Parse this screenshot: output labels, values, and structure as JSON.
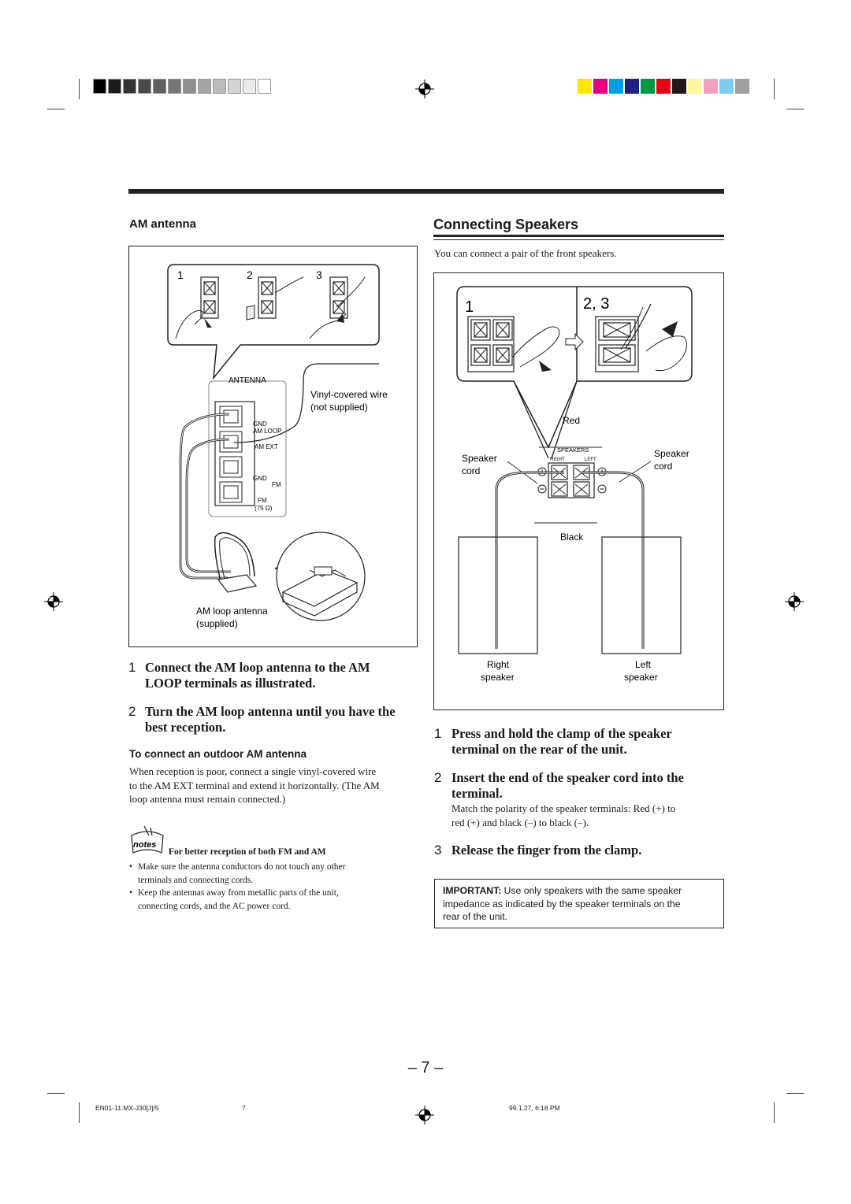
{
  "calibration": {
    "gray_colors": [
      "#000000",
      "#1c1c1c",
      "#333333",
      "#4a4a4a",
      "#606060",
      "#777777",
      "#8e8e8e",
      "#a5a5a5",
      "#bcbcbc",
      "#d3d3d3",
      "#eaeaea",
      "#ffffff"
    ],
    "color_colors": [
      "#ffe600",
      "#e4007f",
      "#00a0e9",
      "#1d2088",
      "#009944",
      "#e60012",
      "#231815",
      "#fff799",
      "#f19ec2",
      "#7ecef4",
      "#9fa0a0"
    ]
  },
  "left": {
    "section_title": "AM antenna",
    "diagram": {
      "step_nums": [
        "1",
        "2",
        "3"
      ],
      "antenna_label": "ANTENNA",
      "wire_label_1": "Vinyl-covered wire",
      "wire_label_2": "(not supplied)",
      "terminal_labels": {
        "gnd1": "GND",
        "am_loop": "AM LOOP",
        "am_ext": "AM EXT",
        "gnd2": "GND",
        "fm_small": "FM",
        "fm": "FM",
        "ohm": "(75 Ω)"
      },
      "loop_label_1": "AM loop antenna",
      "loop_label_2": "(supplied)"
    },
    "steps": [
      {
        "num": "1",
        "line1": "Connect the AM loop antenna to the AM",
        "line2": "LOOP terminals as illustrated."
      },
      {
        "num": "2",
        "line1": "Turn the AM loop antenna until you have the",
        "line2": "best reception."
      }
    ],
    "outdoor": {
      "heading": "To connect an outdoor AM antenna",
      "lines": [
        "When reception is poor, connect a single vinyl-covered wire",
        "to the AM EXT terminal and extend it horizontally. (The AM",
        "loop antenna must remain connected.)"
      ]
    },
    "notes": {
      "icon_text": "notes",
      "heading": "For better reception of both FM and AM",
      "bullets": [
        {
          "line1": "Make sure the antenna conductors do not touch any other",
          "line2": "terminals and connecting cords."
        },
        {
          "line1": "Keep the antennas away from metallic parts of the unit,",
          "line2": "connecting cords, and the AC power cord."
        }
      ]
    }
  },
  "right": {
    "section_title": "Connecting Speakers",
    "intro": "You can connect a pair of the front speakers.",
    "diagram": {
      "step_left": "1",
      "step_right": "2, 3",
      "red": "Red",
      "black": "Black",
      "speakers_label": "SPEAKERS",
      "right_small": "RIGHT",
      "left_small": "LEFT",
      "speaker_cord_l1": "Speaker",
      "speaker_cord_l2": "cord",
      "speaker_cord_r1": "Speaker",
      "speaker_cord_r2": "cord",
      "right_speaker_1": "Right",
      "right_speaker_2": "speaker",
      "left_speaker_1": "Left",
      "left_speaker_2": "speaker"
    },
    "steps": [
      {
        "num": "1",
        "line1": "Press and hold the clamp of the speaker",
        "line2": "terminal on the rear of the unit."
      },
      {
        "num": "2",
        "line1": "Insert the end of the speaker cord into the",
        "line2": "terminal."
      },
      {
        "num": "3",
        "line1": "Release the finger from the clamp.",
        "line2": ""
      }
    ],
    "polarity_lines": [
      "Match the polarity of the speaker terminals: Red (+) to",
      "red (+) and black (–) to black (–)."
    ],
    "important": {
      "label": "IMPORTANT:",
      "line1": " Use only speakers with the same speaker",
      "line2": "impedance as indicated by the speaker terminals on the",
      "line3": "rear of the unit."
    }
  },
  "page_number": "– 7 –",
  "footer": {
    "file": "EN01-11.MX-J30[J]/5",
    "page": "7",
    "date": "99.1.27, 6:18 PM"
  }
}
